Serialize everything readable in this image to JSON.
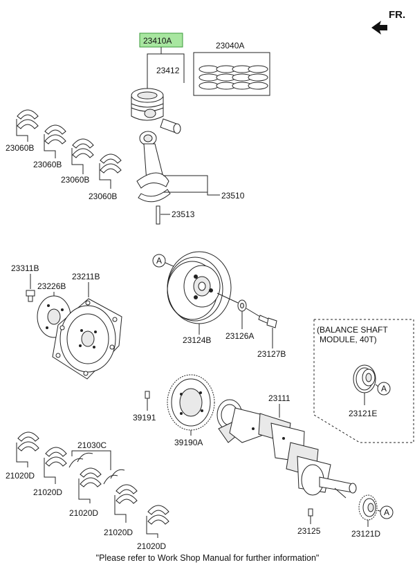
{
  "orientation": {
    "label": "FR."
  },
  "highlight_color": "#a8e6a0",
  "parts": {
    "piston_assy": "23410A",
    "piston_ring_set": "23040A",
    "piston_pin": "23412",
    "con_rod_bearing_1": "23060B",
    "con_rod_bearing_2": "23060B",
    "con_rod_bearing_3": "23060B",
    "con_rod_bearing_4": "23060B",
    "con_rod_assy": "23510",
    "con_rod_bolt": "23513",
    "flywheel_bolt": "23311B",
    "flywheel_spacer": "23226B",
    "drive_plate": "23211B",
    "damper_pulley": "23124B",
    "pulley_washer": "23126A",
    "pulley_bolt": "23127B",
    "balance_shaft_note": "(BALANCE SHAFT\nMODULE, 40T)",
    "balance_sprocket": "23121E",
    "pin_39191": "39191",
    "ring_gear": "39190A",
    "crankshaft": "23111",
    "main_bearing_1": "21020D",
    "main_bearing_2": "21020D",
    "main_bearing_3": "21020D",
    "main_bearing_4": "21020D",
    "main_bearing_5": "21020D",
    "thrust_washer": "21030C",
    "woodruff_key": "23125",
    "crank_sprocket": "23121D"
  },
  "ref_marks": {
    "pulley_ref": "A",
    "balance_ref": "A",
    "crank_ref": "A"
  },
  "footnote": "\"Please refer to Work Shop Manual for further information\""
}
